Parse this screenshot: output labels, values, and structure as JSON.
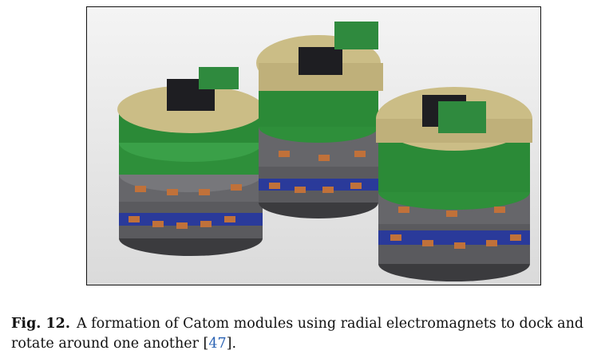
{
  "figure": {
    "label": "Fig. 12.",
    "caption_text": "A formation of Catom modules using radial electromagnets to dock and rotate around one another ",
    "ref_open": "[",
    "ref_number": "47",
    "ref_close": "].",
    "colors": {
      "pcb_tan": "#cbbd86",
      "pcb_green": "#2e8f3a",
      "coil_blue": "#2a3a9a",
      "copper": "#c0713a",
      "steel": "#5f5f63",
      "ref_link": "#2a62b3"
    }
  }
}
